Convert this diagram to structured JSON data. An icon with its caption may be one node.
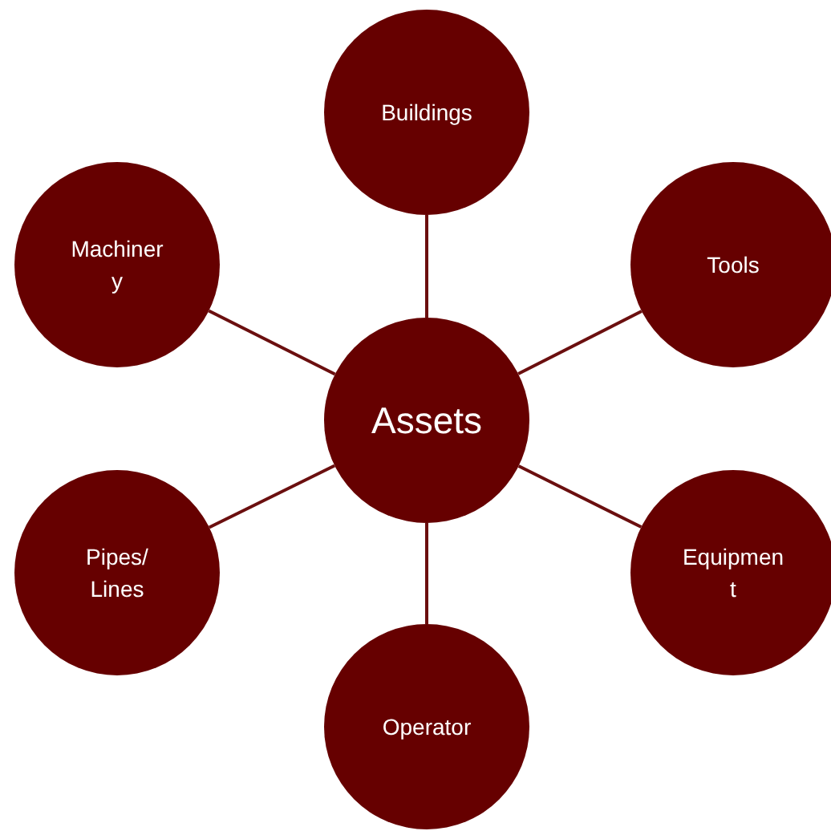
{
  "diagram": {
    "nodes": [
      {
        "text": [
          "Assets"
        ]
      },
      {
        "text": [
          "Buildings"
        ]
      },
      {
        "text": [
          "Tools"
        ]
      },
      {
        "text": [
          "Equipment"
        ]
      },
      {
        "text": [
          "Operator"
        ]
      },
      {
        "text": [
          "Pipes/ Lines"
        ]
      },
      {
        "text": [
          "Machinery"
        ]
      }
    ],
    "edges": [
      {
        "from": 0,
        "to": 1,
        "arrow": "none"
      },
      {
        "from": 0,
        "to": 2,
        "arrow": "none"
      },
      {
        "from": 0,
        "to": 3,
        "arrow": "none"
      },
      {
        "from": 0,
        "to": 4,
        "arrow": "none"
      },
      {
        "from": 0,
        "to": 5,
        "arrow": "none"
      },
      {
        "from": 0,
        "to": 6,
        "arrow": "none"
      }
    ]
  }
}
